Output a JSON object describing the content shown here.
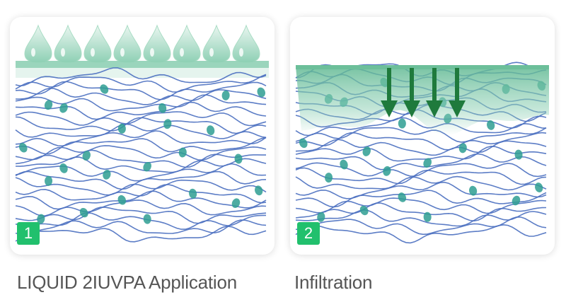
{
  "steps": [
    {
      "number": "1",
      "caption": "LIQUID 2IUVPA Application"
    },
    {
      "number": "2",
      "caption": "Infiltration"
    }
  ],
  "colors": {
    "fiber": "#4a6fc0",
    "cell": "#2e9e92",
    "liquid": "#8fd0b5",
    "arrow": "#1f7a3c",
    "badge": "#21c06d"
  },
  "icons": [
    "droplet-icon",
    "down-arrow-icon"
  ]
}
